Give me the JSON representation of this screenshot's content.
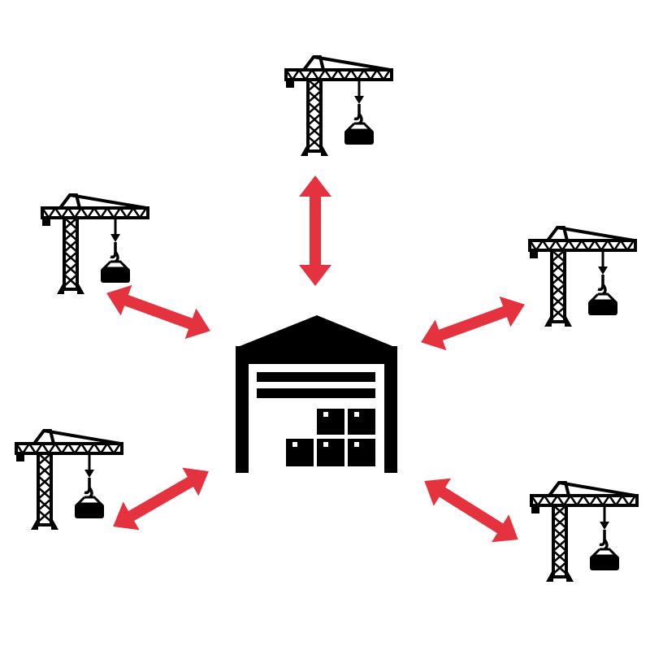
{
  "diagram": {
    "hub": {
      "icon": "warehouse-icon"
    },
    "nodes": [
      {
        "id": "top",
        "icon": "tower-crane-icon"
      },
      {
        "id": "upper-left",
        "icon": "tower-crane-icon"
      },
      {
        "id": "right",
        "icon": "tower-crane-icon"
      },
      {
        "id": "lower-left",
        "icon": "tower-crane-icon"
      },
      {
        "id": "lower-right",
        "icon": "tower-crane-icon"
      }
    ],
    "connector": {
      "icon": "double-arrow-icon",
      "style": "bidirectional"
    },
    "colors": {
      "icon": "#000000",
      "arrow": "#e5323f",
      "background": "#ffffff"
    }
  }
}
